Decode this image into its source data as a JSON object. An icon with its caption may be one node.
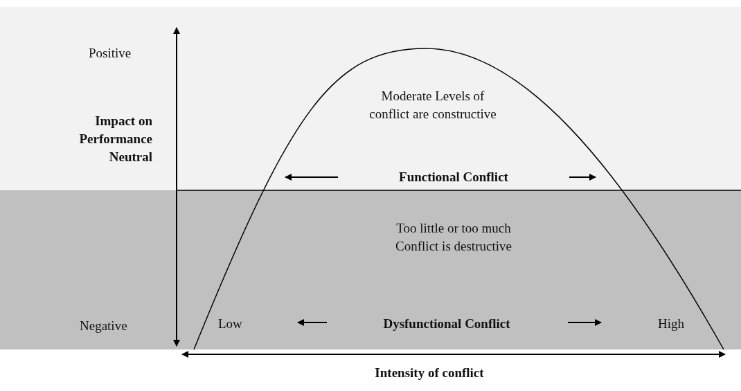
{
  "diagram": {
    "labels": [
      "Positive",
      "Moderate Levels of conflict are constructive",
      "Impact on Performance",
      "Neutral",
      "Functional Conflict",
      "Too little or too much Conflict is destructive",
      "Negative",
      "Low",
      "Dysfunctional Conflict",
      "High",
      "Intensity of conflict"
    ]
  }
}
